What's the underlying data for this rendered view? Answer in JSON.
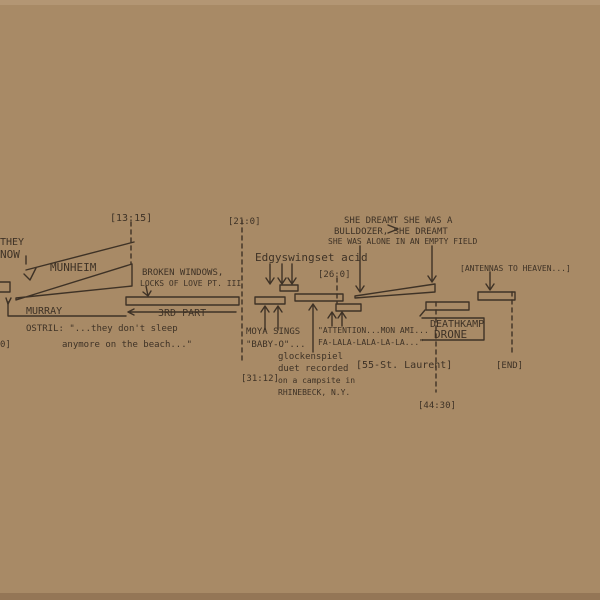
{
  "colors": {
    "cardboard": "#a88a66",
    "cardboard_light": "#b39674",
    "cardboard_dark": "#947656",
    "ink": "#3e3226"
  },
  "labels": {
    "they": "THEY",
    "now": "NOW",
    "munheim": "MUNHEIM",
    "time_1": "[13:15]",
    "broken_windows": "BROKEN WINDOWS,",
    "locks_of_love": "LOCKS OF LOVE PT. III",
    "time_2": "[21:0]",
    "edge_swing": "Edgyswingset acid",
    "she_dreamt_1": "SHE DREAMT SHE WAS A",
    "she_dreamt_2": "BULLDOZER, SHE DREAMT",
    "she_dreamt_3": "SHE WAS ALONE IN AN EMPTY FIELD",
    "time_3": "[26:0]",
    "antennas": "[ANTENNAS TO HEAVEN...]",
    "murray": "MURRAY",
    "ostril": "OSTRIL: \"...they don't sleep",
    "anymore": "anymore on the beach...\"",
    "third_part": "3RD PART",
    "moya_sings_1": "MOYA SINGS",
    "moya_sings_2": "\"BABY-O\"...",
    "attention_1": "\"ATTENTION...MON AMI...",
    "attention_2": "FA-LALA-LALA-LA-LA...\"",
    "deathkamp": "DEATHKAMP",
    "drone": "DRONE",
    "glock_1": "glockenspiel",
    "glock_2": "duet recorded",
    "glock_3": "on a campsite in",
    "glock_4": "RHINEBECK, N.Y.",
    "st_laurent": "[55-St. Laurent]",
    "time_4": "[31:12]",
    "time_5": "[44:30]",
    "end": "[END]",
    "left_edge": "0]"
  }
}
